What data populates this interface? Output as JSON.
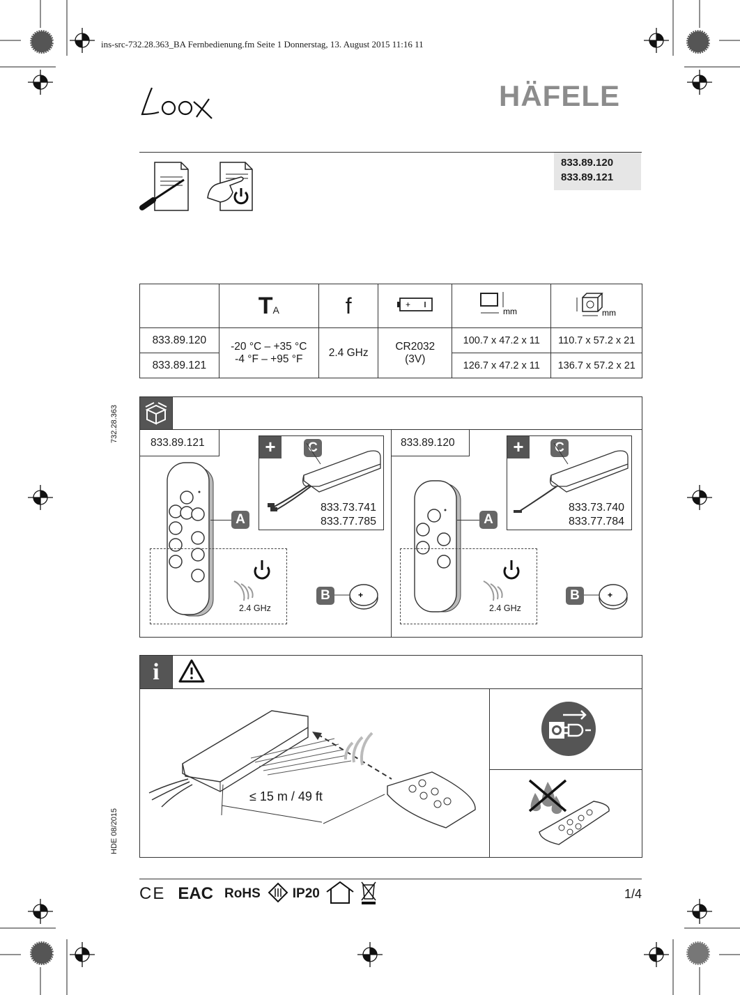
{
  "header": {
    "file_line": "ins-src-732.28.363_BA Fernbedienung.fm  Seite 1  Donnerstag, 13. August 2015  11:16 11"
  },
  "brand": {
    "loox": "Loox",
    "hafele": "HÄFELE"
  },
  "article_numbers": [
    "833.89.120",
    "833.89.121"
  ],
  "side_labels": {
    "doc_number": "732.28.363",
    "edition": "HDE 08/2015"
  },
  "spec_table": {
    "header_icons": [
      "ambient-temperature",
      "frequency",
      "battery",
      "remote-dimensions",
      "package-dimensions"
    ],
    "ta_label": "T",
    "ta_sub": "A",
    "f_label": "f",
    "mm_label": "mm",
    "rows": [
      {
        "model": "833.89.120",
        "remote_dims": "100.7 x 47.2 x 11",
        "package_dims": "110.7 x 57.2 x 21"
      },
      {
        "model": "833.89.121",
        "remote_dims": "126.7 x 47.2 x 11",
        "package_dims": "136.7 x 57.2 x 21"
      }
    ],
    "temperature_c": "-20 °C – +35 °C",
    "temperature_f": "-4 °F – +95 °F",
    "frequency": "2.4 GHz",
    "battery": "CR2032",
    "battery_v": "(3V)"
  },
  "contents": {
    "left": {
      "model": "833.89.121",
      "plus": "+",
      "c_label": "C",
      "a_label": "A",
      "b_label": "B",
      "accessory_1": "833.73.741",
      "accessory_2": "833.77.785",
      "frequency": "2.4 GHz"
    },
    "right": {
      "model": "833.89.120",
      "plus": "+",
      "c_label": "C",
      "a_label": "A",
      "b_label": "B",
      "accessory_1": "833.73.740",
      "accessory_2": "833.77.784",
      "frequency": "2.4 GHz"
    }
  },
  "info": {
    "i_label": "i",
    "range": "≤ 15 m / 49 ft"
  },
  "footer": {
    "certs": [
      "CE",
      "EAC",
      "RoHS",
      "IP20"
    ],
    "page": "1/4"
  }
}
